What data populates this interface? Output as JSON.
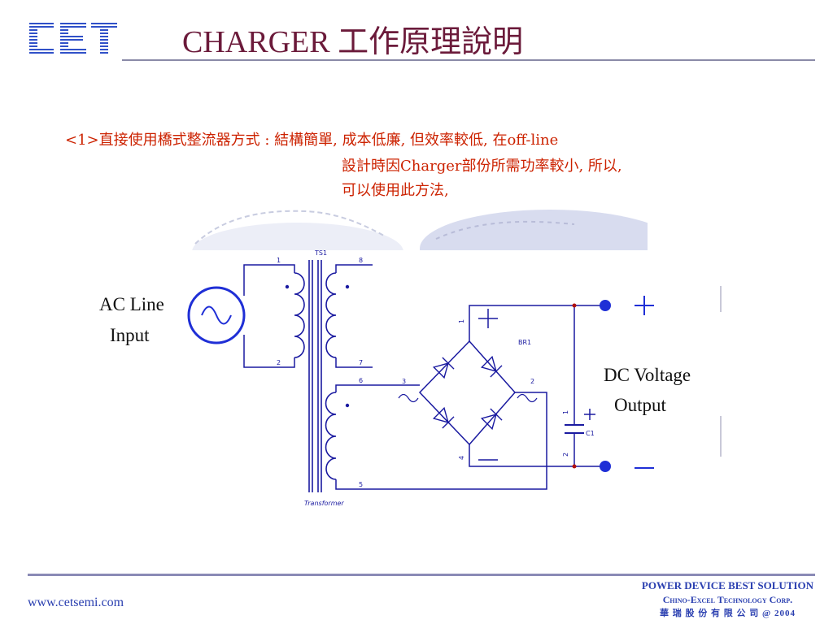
{
  "header": {
    "logo_text": "CET",
    "title": "CHARGER 工作原理說明"
  },
  "description": {
    "line1": "<1>直接使用橋式整流器方式 : 結構簡單, 成本低廉, 但效率較低, 在off-line",
    "line2": "設計時因Charger部份所需功率較小, 所以,",
    "line3": "可以使用此方法,"
  },
  "circuit": {
    "ac_label_1": "AC Line",
    "ac_label_2": "Input",
    "dc_label_1": "DC Voltage",
    "dc_label_2": "Output",
    "ts_label": "TS1",
    "transformer_label": "Transformer",
    "br_label": "BR1",
    "cap_label": "C1",
    "pin_1": "1",
    "pin_2": "2",
    "pin_8": "8",
    "pin_7": "7",
    "pin_6": "6",
    "pin_5": "5",
    "br_pin_1": "1",
    "br_pin_2": "2",
    "br_pin_3": "3",
    "br_pin_4": "4",
    "cap_pin_1": "1",
    "cap_pin_2": "2",
    "plus_sign": "+",
    "tilde": "~",
    "colors": {
      "wire": "#1a1aa0",
      "source": "#1f2fd6",
      "terminal": "#1f2fd6",
      "node": "#b01010"
    }
  },
  "footer": {
    "url": "www.cetsemi.com",
    "line1": "POWER DEVICE BEST SOLUTION",
    "line2": "Chino-Excel Technology Corp.",
    "line3": "華 瑞 股 份 有 限 公 司 @ 2004"
  },
  "colors": {
    "title": "#6b1a3a",
    "description": "#cc2200",
    "footer": "#2a3fb0",
    "rule": "#8a8aa8"
  }
}
